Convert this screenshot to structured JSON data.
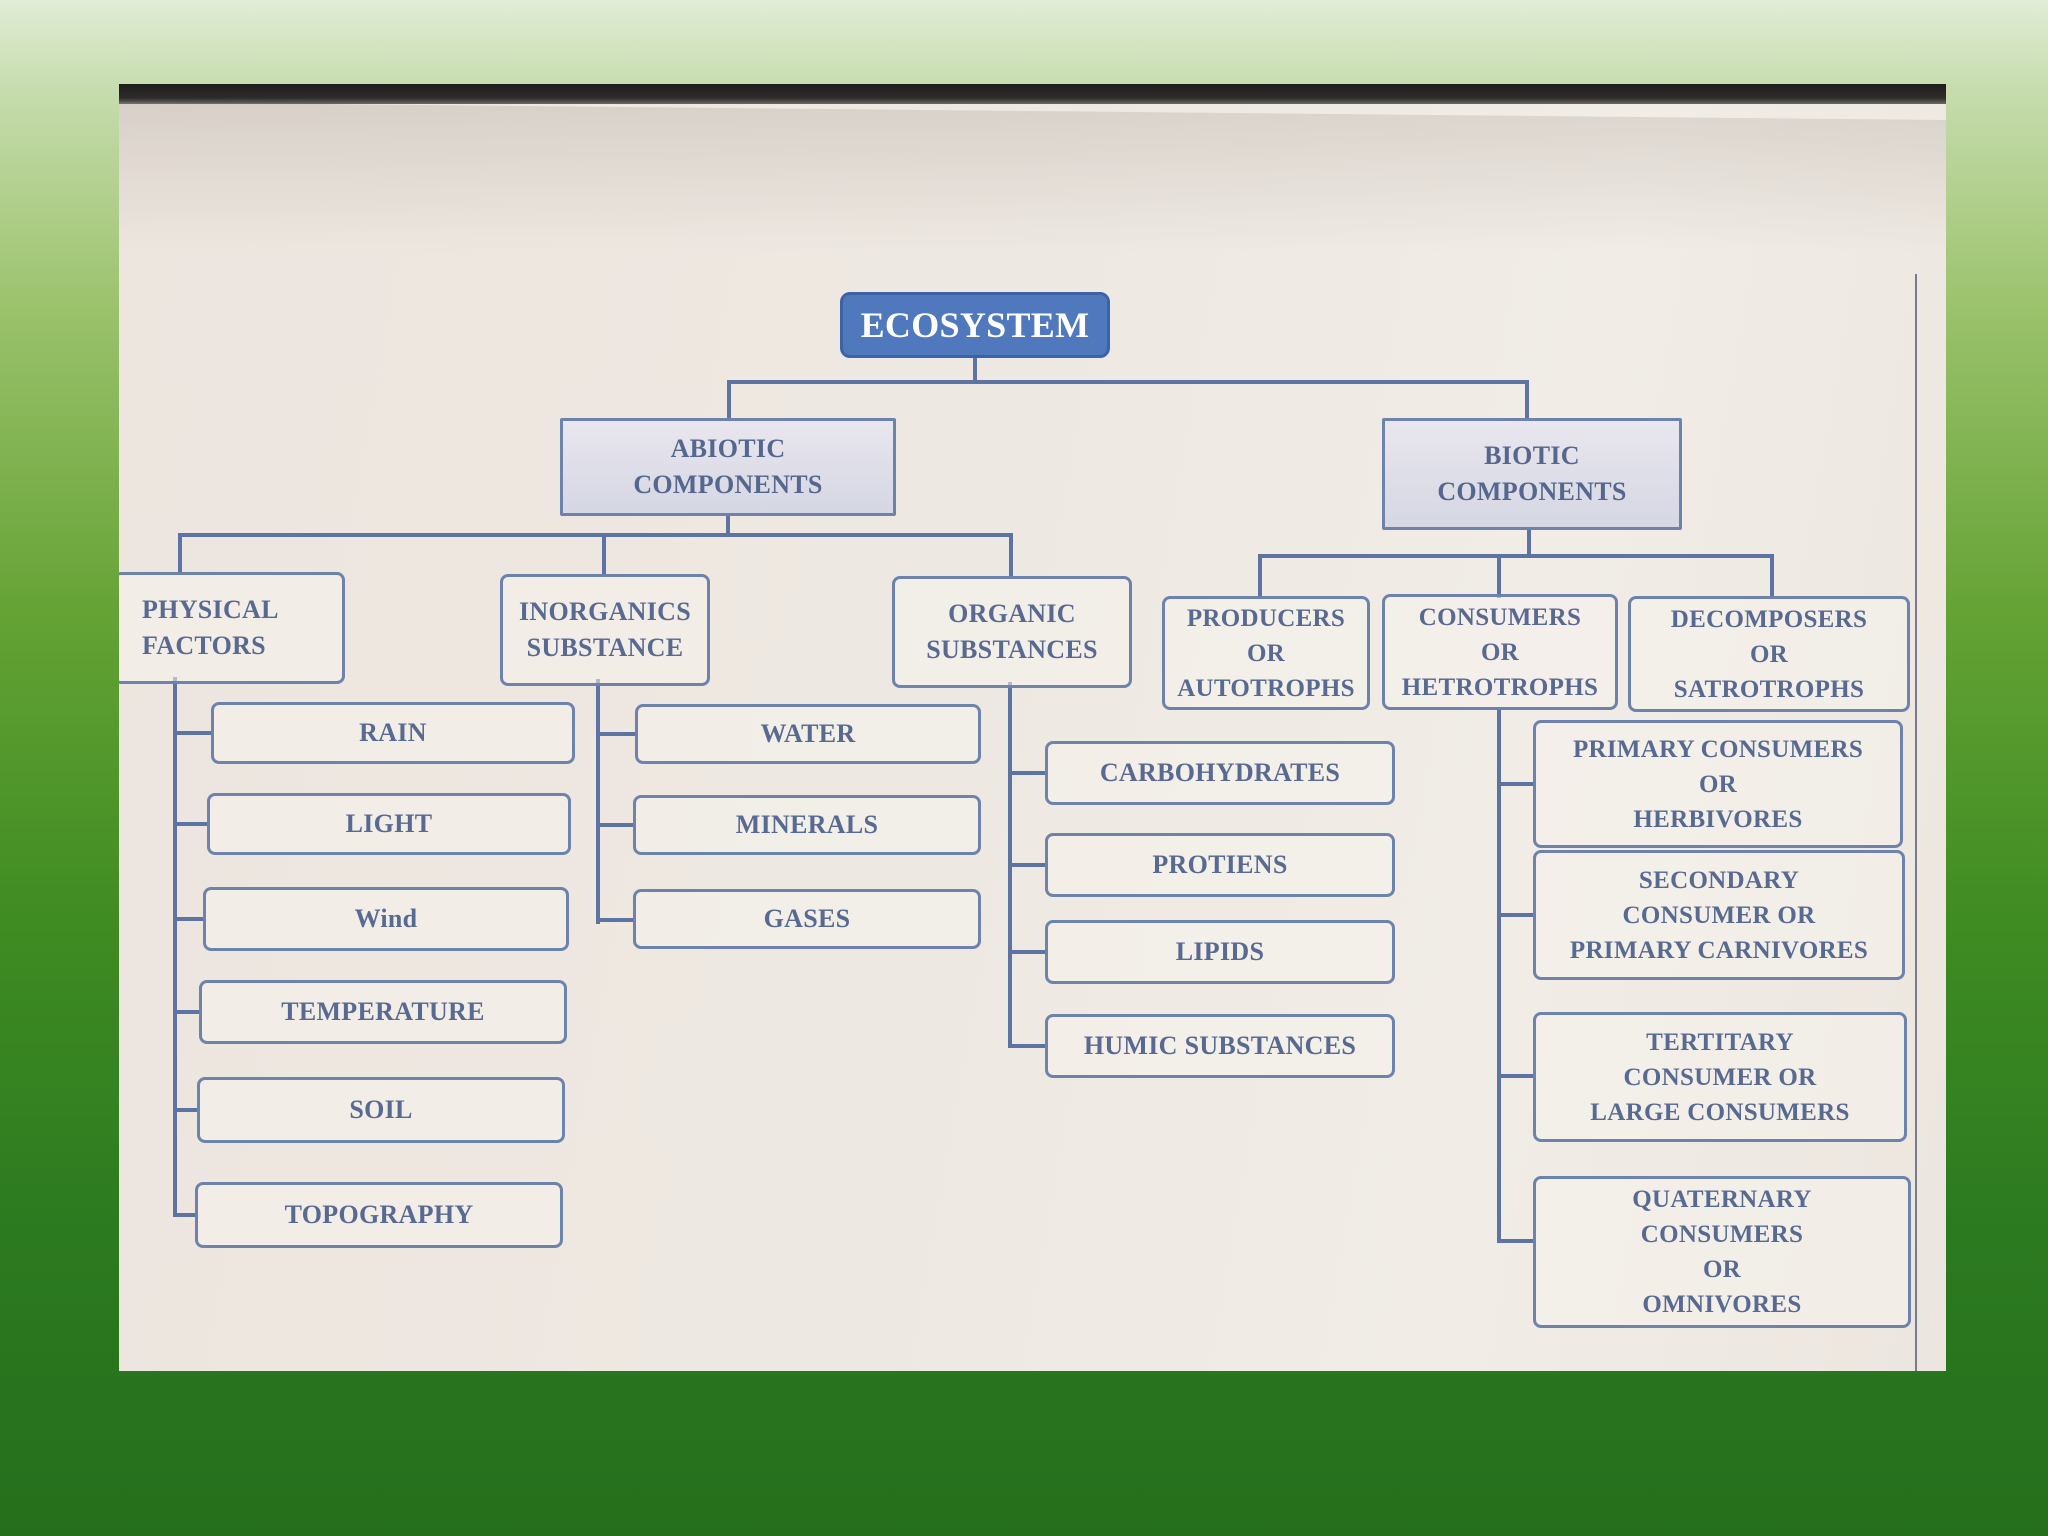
{
  "diagram": {
    "root": "ECOSYSTEM",
    "abiotic": {
      "label": "ABIOTIC\nCOMPONENTS",
      "physical": {
        "label": "PHYSICAL\nFACTORS",
        "items": [
          "RAIN",
          "LIGHT",
          "Wind",
          "TEMPERATURE",
          "SOIL",
          "TOPOGRAPHY"
        ]
      },
      "inorganic": {
        "label": "INORGANICS\nSUBSTANCE",
        "items": [
          "WATER",
          "MINERALS",
          "GASES"
        ]
      },
      "organic": {
        "label": "ORGANIC\nSUBSTANCES",
        "items": [
          "CARBOHYDRATES",
          "PROTIENS",
          "LIPIDS",
          "HUMIC SUBSTANCES"
        ]
      }
    },
    "biotic": {
      "label": "BIOTIC\nCOMPONENTS",
      "producers": "PRODUCERS\nOR\nAUTOTROPHS",
      "consumers": {
        "label": "CONSUMERS\nOR\nHETROTROPHS",
        "items": [
          "PRIMARY CONSUMERS\nOR\nHERBIVORES",
          "SECONDARY\nCONSUMER OR\nPRIMARY CARNIVORES",
          "TERTITARY\nCONSUMER OR\nLARGE CONSUMERS",
          "QUATERNARY\nCONSUMERS\nOR\nOMNIVORES"
        ]
      },
      "decomposers": "DECOMPOSERS\nOR\nSATROTROPHS"
    }
  },
  "colors": {
    "root_fill": "#4f78bd",
    "box_border": "#6e83ac",
    "text": "#586a91",
    "connector": "#5d74a3"
  }
}
